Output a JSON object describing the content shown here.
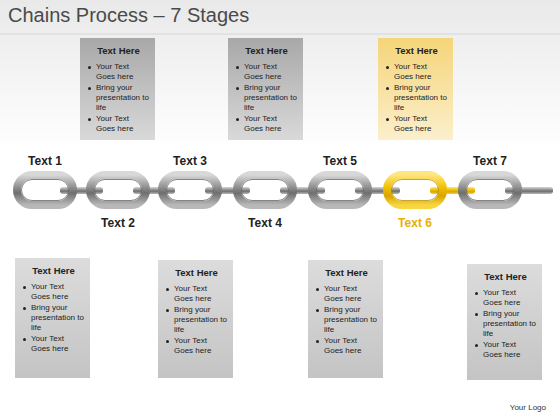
{
  "diagram": {
    "title": "Chains Process – 7 Stages",
    "nodes": [
      {
        "text": [
          "Text Here",
          "Your Text Goes here",
          "Bring your presentation to life",
          "Your Text Goes here"
        ]
      },
      {
        "text": [
          "Text Here",
          "Your Text Goes here",
          "Bring your presentation to life",
          "Your Text Goes here"
        ]
      },
      {
        "text": [
          "Text Here",
          "Your Text Goes here",
          "Bring your presentation to life",
          "Your Text Goes here"
        ]
      },
      {
        "text": [
          "Text 1"
        ]
      },
      {
        "text": [
          "Text 2"
        ]
      },
      {
        "text": [
          "Text 3"
        ]
      },
      {
        "text": [
          "Text 4"
        ]
      },
      {
        "text": [
          "Text 5"
        ]
      },
      {
        "text": [
          "Text 6"
        ]
      },
      {
        "text": [
          "Text 7"
        ]
      },
      {
        "text": [
          "Text Here",
          "Your Text Goes here",
          "Bring your presentation to life",
          "Your Text Goes here"
        ]
      },
      {
        "text": [
          "Text Here",
          "Your Text Goes here",
          "Bring your presentation to life",
          "Your Text Goes here"
        ]
      },
      {
        "text": [
          "Text Here",
          "Your Text Goes here",
          "Bring your presentation to life",
          "Your Text Goes here"
        ]
      },
      {
        "text": [
          "Text Here",
          "Your Text Goes here",
          "Bring your presentation to life",
          "Your Text Goes here"
        ]
      }
    ],
    "labels": [
      "Your Logo"
    ]
  }
}
